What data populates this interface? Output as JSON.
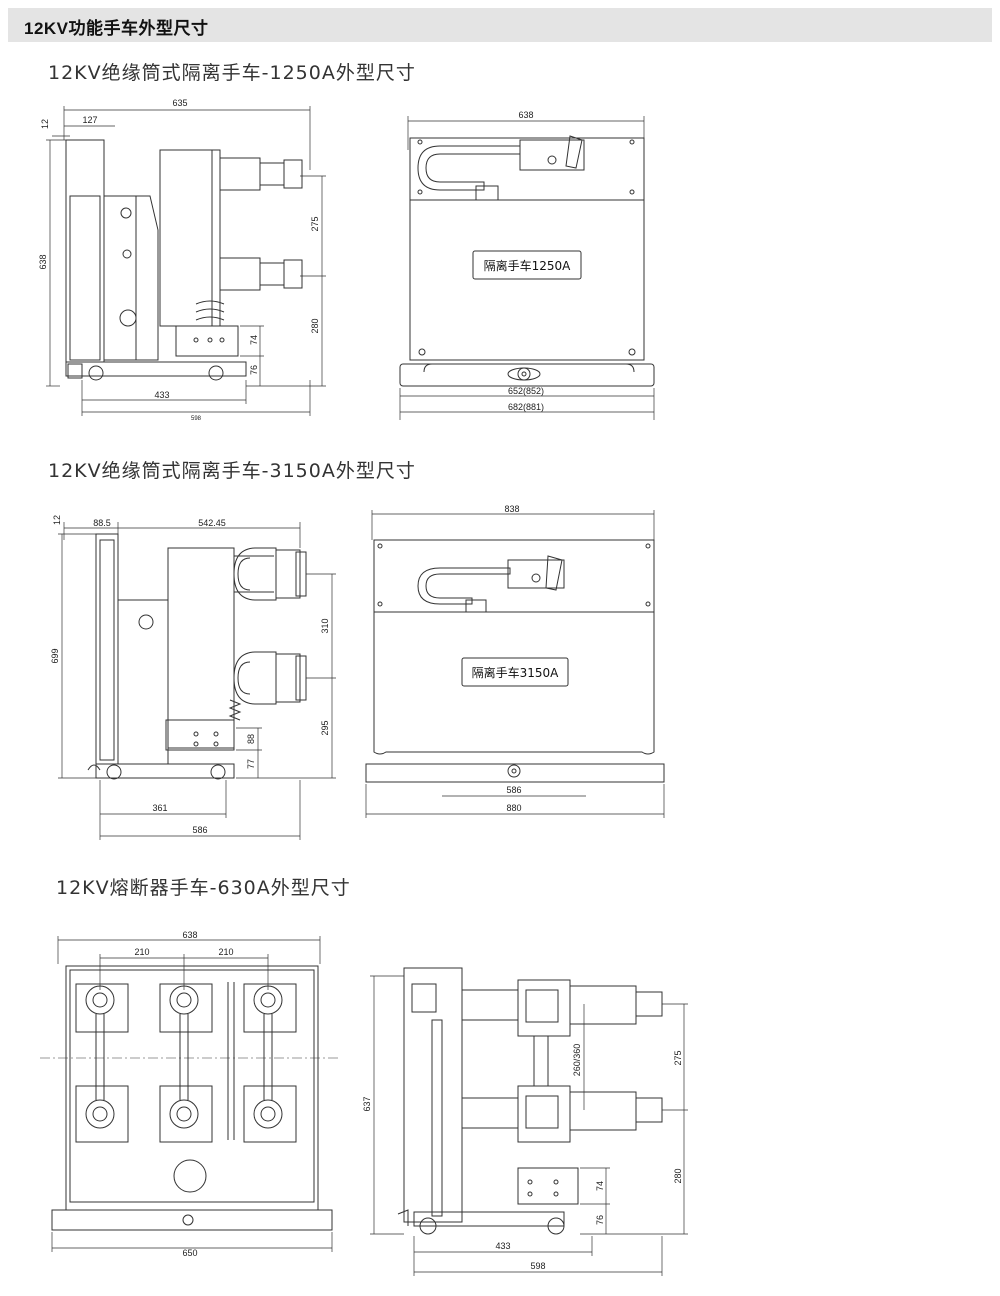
{
  "header": {
    "title": "12KV功能手车外型尺寸"
  },
  "sections": [
    {
      "title": "12KV绝缘筒式隔离手车-1250A外型尺寸",
      "side_dims": {
        "top_offset": "12",
        "top_a": "127",
        "top_total": "635",
        "height": "638",
        "upper_pitch": "275",
        "lower_height": "280",
        "box_height": "74",
        "wheel_height": "76",
        "base_a": "433",
        "base_total": "598"
      },
      "front_dims": {
        "top_width": "638",
        "base_inner": "652(852)",
        "base_outer": "682(881)"
      },
      "nameplate": "隔离手车1250A"
    },
    {
      "title": "12KV绝缘筒式隔离手车-3150A外型尺寸",
      "side_dims": {
        "top_offset": "12",
        "top_a": "88.5",
        "top_b": "542.45",
        "height": "699",
        "upper_pitch": "310",
        "lower_height": "295",
        "box_height": "88",
        "wheel_height": "77",
        "base_a": "361",
        "base_total": "586"
      },
      "front_dims": {
        "top_width": "838",
        "base_inner": "586",
        "base_outer": "880"
      },
      "nameplate": "隔离手车3150A"
    },
    {
      "title": "12KV熔断器手车-630A外型尺寸",
      "front_dims": {
        "top_width": "638",
        "pitch_a": "210",
        "pitch_b": "210",
        "base_width": "650"
      },
      "side_dims": {
        "height": "637",
        "pitch_upper": "260/360",
        "upper_pitch": "275",
        "lower_height": "280",
        "box_height": "74",
        "wheel_height": "76",
        "base_a": "433",
        "base_total": "598"
      }
    }
  ]
}
